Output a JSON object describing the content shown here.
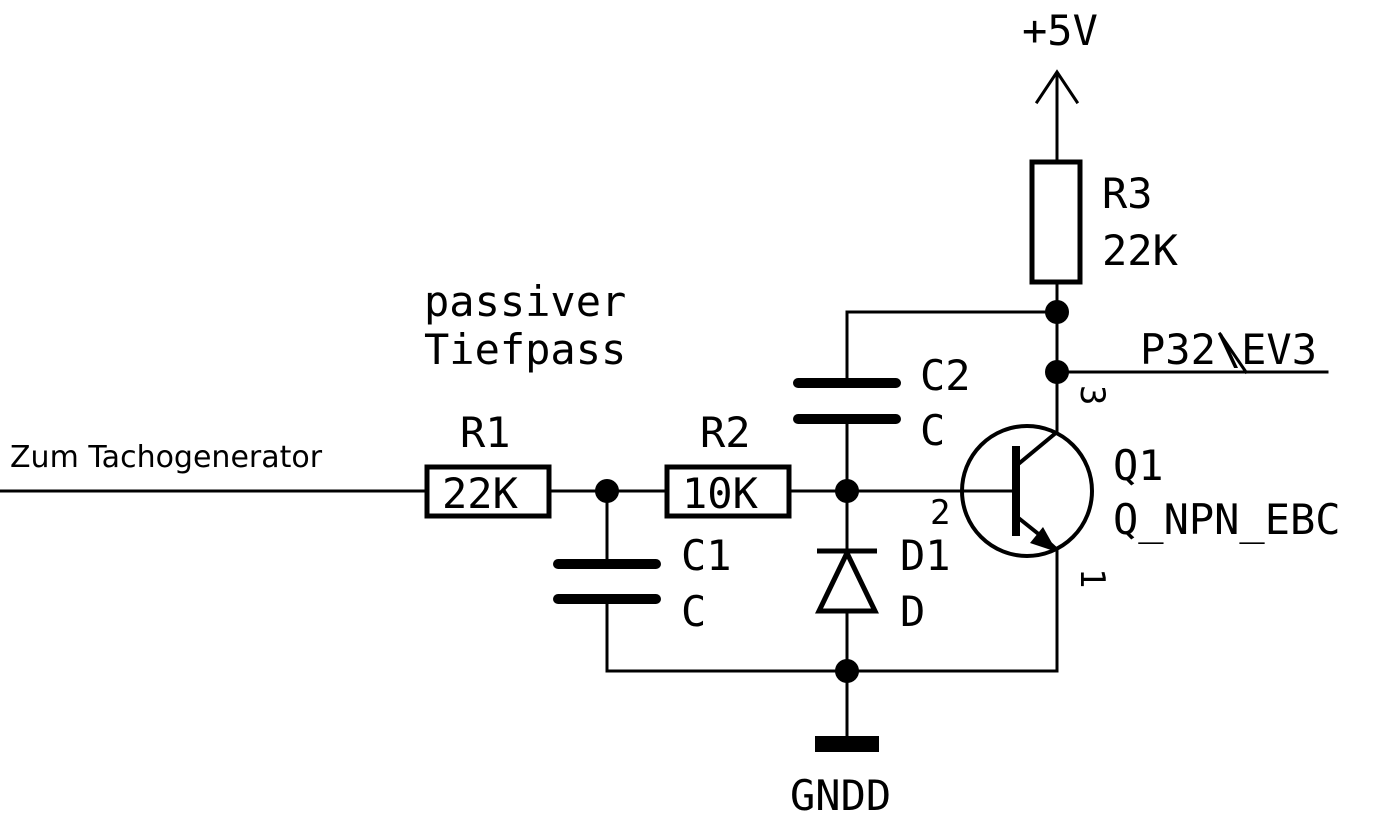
{
  "input_label": "Zum Tachogenerator",
  "filter_label": {
    "line1": "passiver",
    "line2": "Tiefpass"
  },
  "supply": {
    "label": "+5V"
  },
  "ground": {
    "label": "GNDD"
  },
  "output": {
    "label": "P32\\EV3"
  },
  "components": {
    "r1": {
      "ref": "R1",
      "value": "22K"
    },
    "r2": {
      "ref": "R2",
      "value": "10K"
    },
    "r3": {
      "ref": "R3",
      "value": "22K"
    },
    "c1": {
      "ref": "C1",
      "value": "C"
    },
    "c2": {
      "ref": "C2",
      "value": "C"
    },
    "d1": {
      "ref": "D1",
      "value": "D"
    },
    "q1": {
      "ref": "Q1",
      "value": "Q_NPN_EBC",
      "pins": {
        "emitter": "1",
        "base": "2",
        "collector": "3"
      }
    }
  }
}
